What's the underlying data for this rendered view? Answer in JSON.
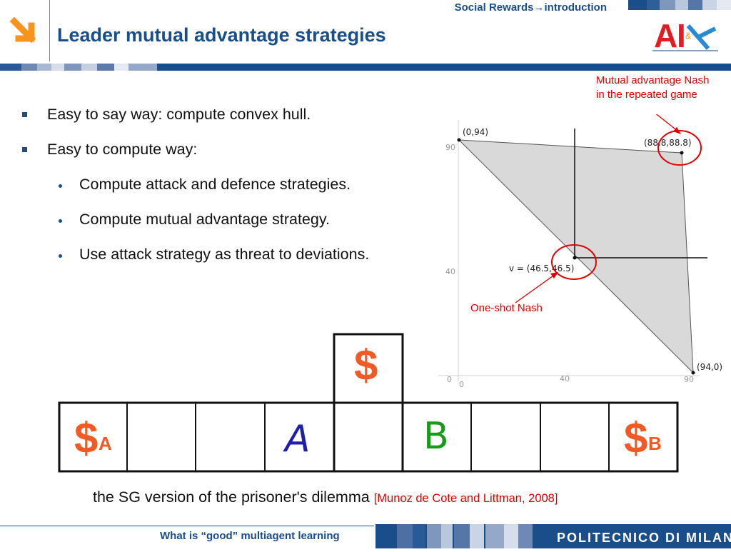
{
  "header": {
    "section": "Social Rewards→introduction",
    "title": "Leader mutual advantage strategies",
    "logo_icon": "orange-arrow-icon",
    "ai_logo_icon": "ai-and-robotics-logo"
  },
  "bullets": [
    {
      "text": "Easy to say way: compute convex hull.",
      "level": 1
    },
    {
      "text": "Easy to compute way:",
      "level": 1
    },
    {
      "text": "Compute attack and defence strategies.",
      "level": 2
    },
    {
      "text": "Compute mutual advantage strategy.",
      "level": 2
    },
    {
      "text": "Use attack strategy as threat to deviations.",
      "level": 2
    }
  ],
  "diagram": {
    "points": [
      {
        "label": "(0,94)",
        "x": 0,
        "y": 94
      },
      {
        "label": "(88.8,88.8)",
        "x": 88.8,
        "y": 88.8
      },
      {
        "label": "(94,0)",
        "x": 94,
        "y": 0
      },
      {
        "label": "v = (46.5,46.5)",
        "x": 46.5,
        "y": 46.5
      }
    ],
    "y_ticks": [
      "90",
      "40",
      "0"
    ],
    "x_ticks": [
      "0",
      "40",
      "90"
    ],
    "mutual_note_line1": "Mutual advantage Nash",
    "mutual_note_line2": "in the repeated game",
    "oneshot_note": "One-shot Nash",
    "fill_color": "#d9d9d9",
    "highlight_color": "#e00000"
  },
  "grid": {
    "dollar_top": "$",
    "dollar_a": "$",
    "dollar_a_sub": "A",
    "agent_a": "A",
    "agent_b": "B",
    "dollar_b": "$",
    "dollar_b_sub": "B",
    "dollar_color": "#f15a24",
    "agent_a_color": "#1f1fa8",
    "agent_b_color": "#1a9a1a"
  },
  "caption": {
    "text": "the SG version of the prisoner's dilemma",
    "reference": "[Munoz de Cote and Littman, 2008]"
  },
  "footer": {
    "text": "What is “good” multiagent learning",
    "institution": "POLITECNICO DI MILANO",
    "brand_color": "#1a4e8a"
  }
}
